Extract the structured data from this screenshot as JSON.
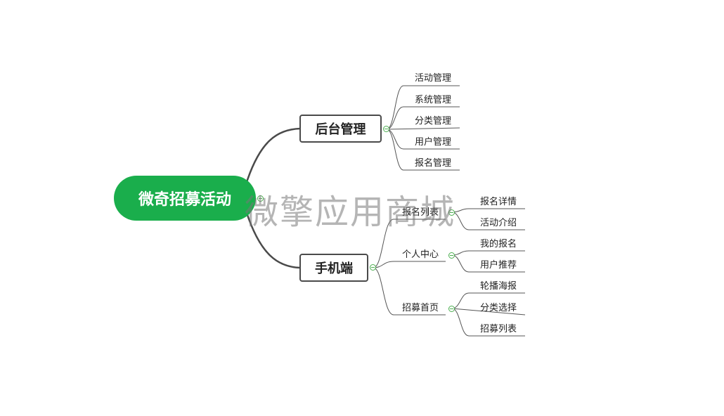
{
  "root": {
    "label": "微奇招募活动"
  },
  "branches": {
    "backend": {
      "label": "后台管理",
      "items": [
        "活动管理",
        "系统管理",
        "分类管理",
        "用户管理",
        "报名管理"
      ]
    },
    "mobile": {
      "label": "手机端",
      "groups": [
        {
          "label": "报名列表",
          "items": [
            "报名详情",
            "活动介绍"
          ]
        },
        {
          "label": "个人中心",
          "items": [
            "我的报名",
            "用户推荐"
          ]
        },
        {
          "label": "招募首页",
          "items": [
            "轮播海报",
            "分类选择",
            "招募列表"
          ]
        }
      ]
    }
  },
  "watermark": "微擎应用商城",
  "colors": {
    "root_fill": "#1aae4c",
    "line": "#4a4a4a",
    "collapse": "#4caf50"
  }
}
